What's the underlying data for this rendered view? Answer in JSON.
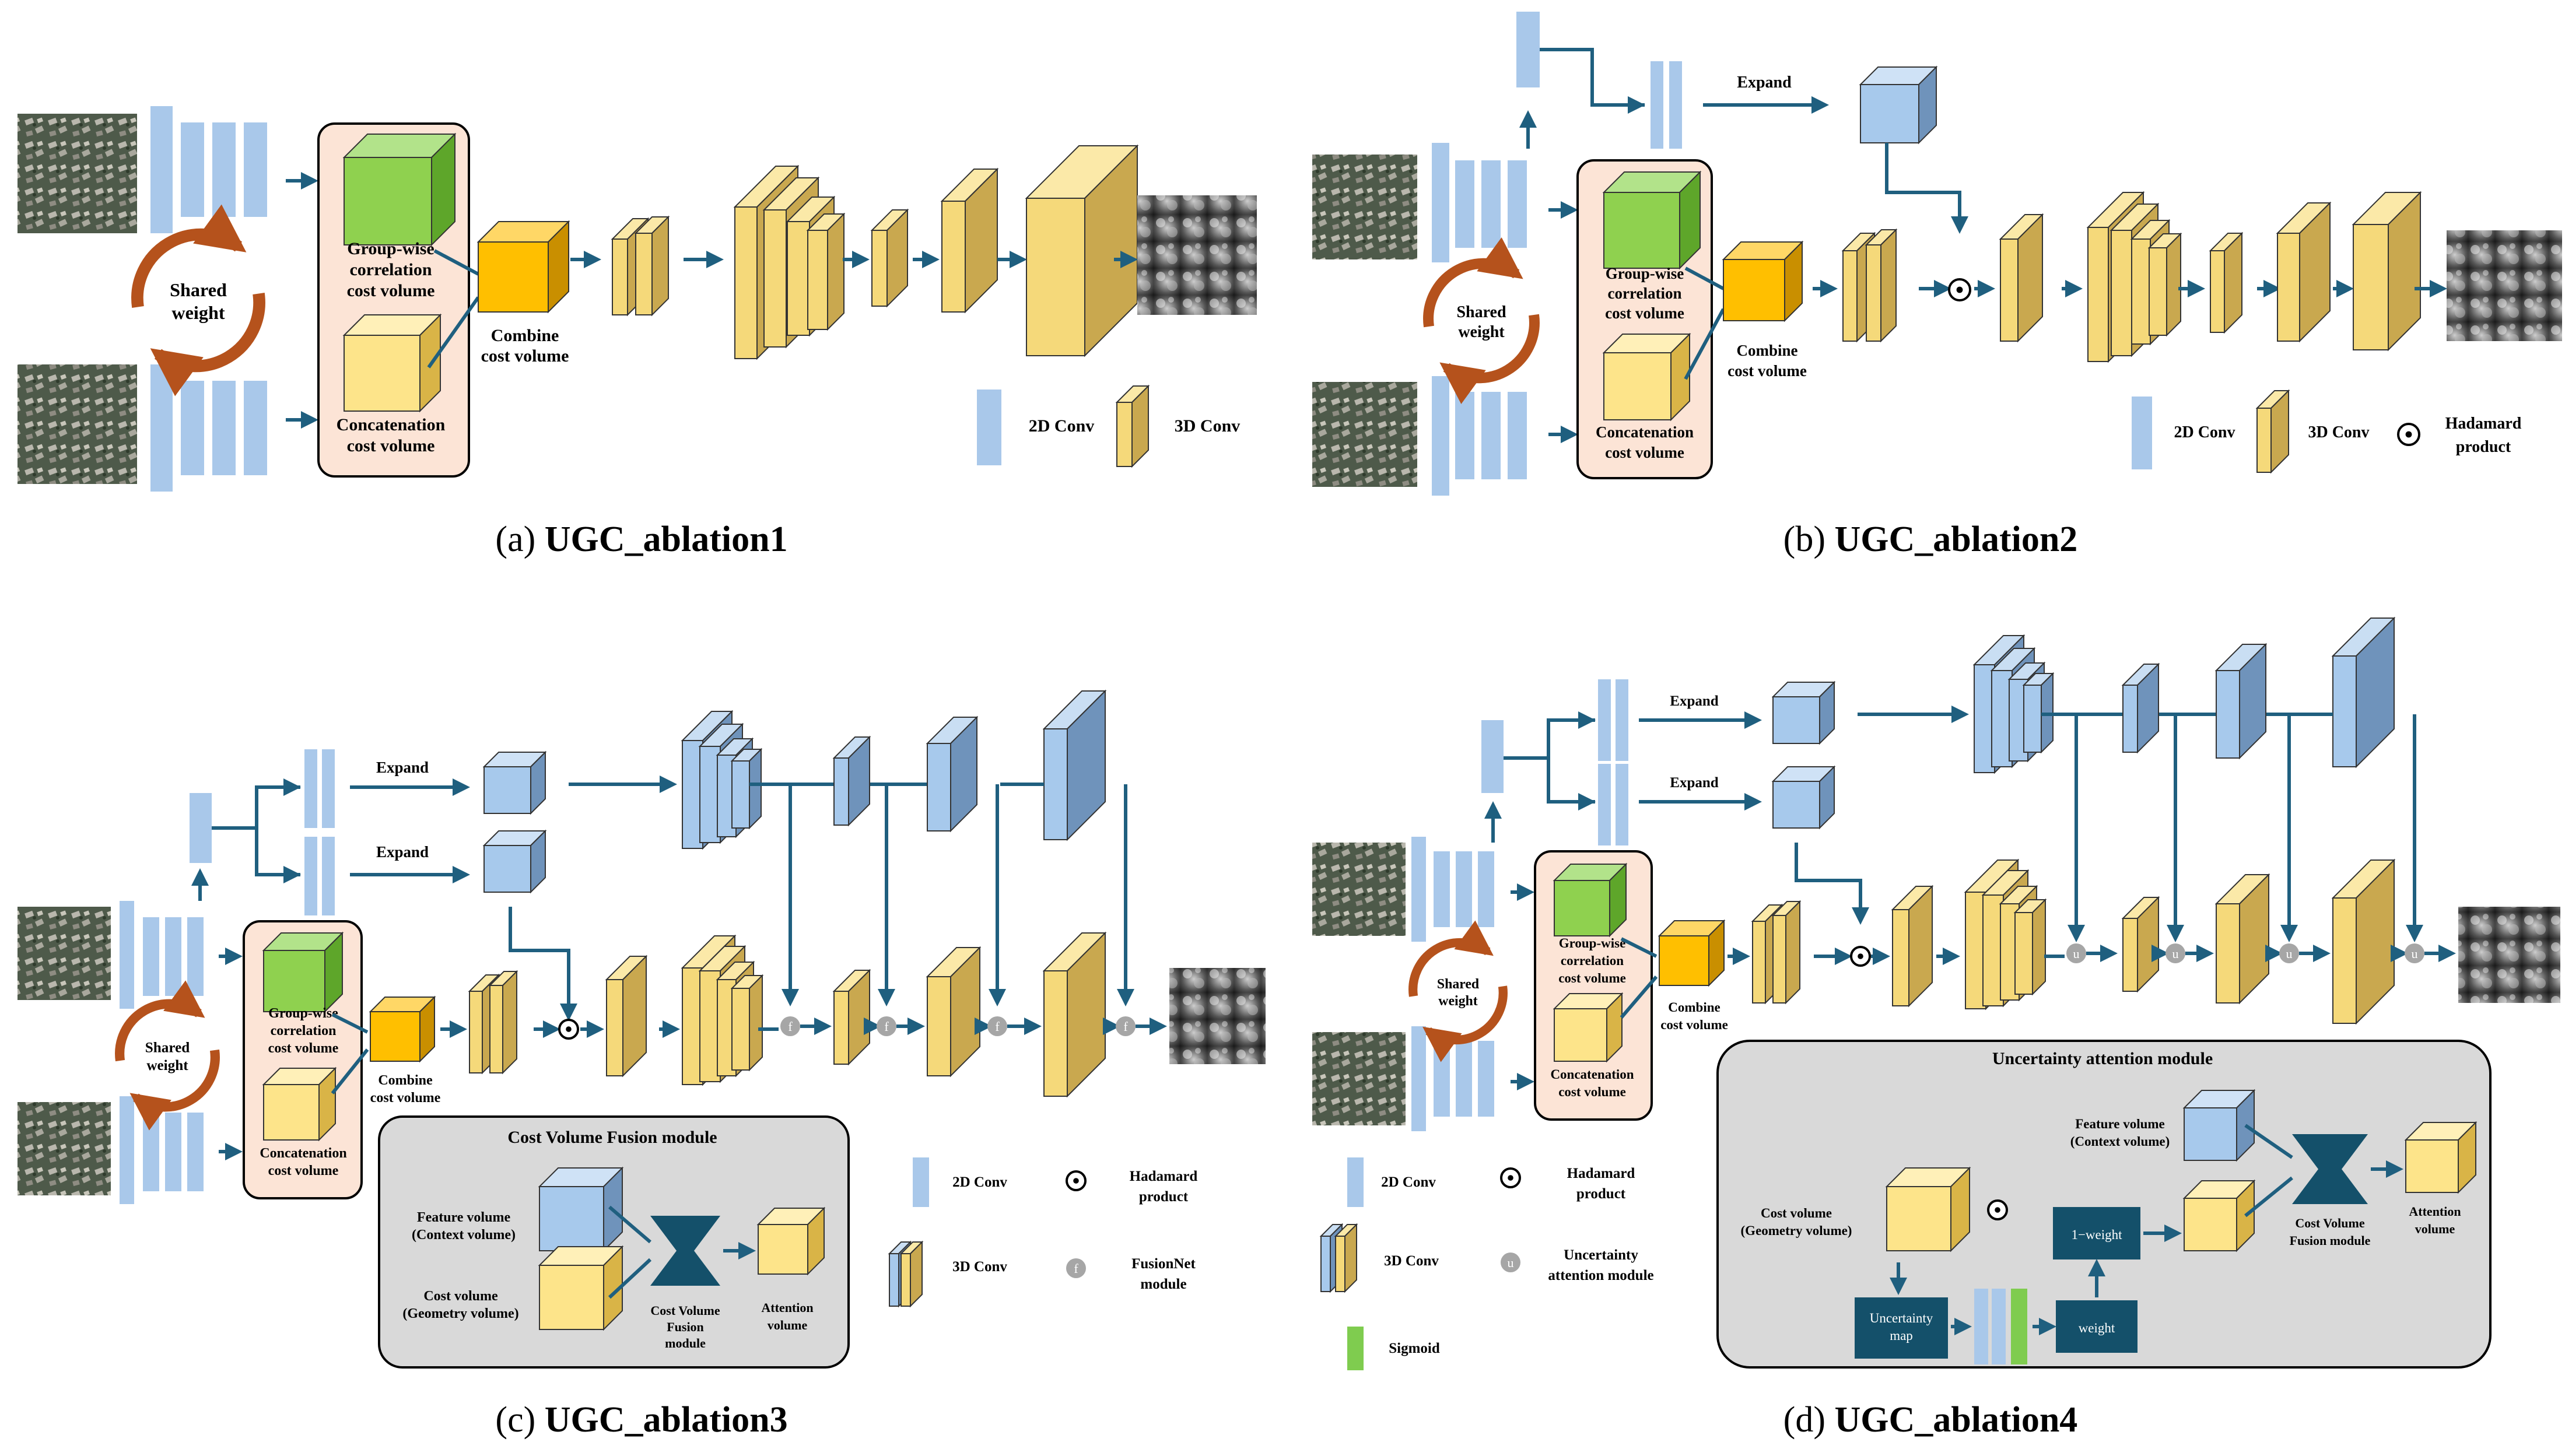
{
  "panels": {
    "a": {
      "caption_prefix": "(a)",
      "caption_name": "UGC_ablation1"
    },
    "b": {
      "caption_prefix": "(b)",
      "caption_name": "UGC_ablation2"
    },
    "c": {
      "caption_prefix": "(c)",
      "caption_name": "UGC_ablation3"
    },
    "d": {
      "caption_prefix": "(d)",
      "caption_name": "UGC_ablation4"
    }
  },
  "labels": {
    "shared": "Shared",
    "weight": "weight",
    "group_wise_1": "Group-wise",
    "group_wise_2": "correlation",
    "group_wise_3": "cost volume",
    "concat_1": "Concatenation",
    "concat_2": "cost volume",
    "combine_1": "Combine",
    "combine_2": "cost volume",
    "expand": "Expand",
    "conv2d": "2D Conv",
    "conv3d": "3D Conv",
    "hadamard_1": "Hadamard",
    "hadamard_2": "product",
    "fusionnet_1": "FusionNet",
    "fusionnet_2": "module",
    "uncertainty_legend_1": "Uncertainty",
    "uncertainty_legend_2": "attention module",
    "sigmoid": "Sigmoid",
    "cvf_module_title": "Cost Volume Fusion module",
    "feature_volume_1": "Feature volume",
    "feature_volume_2": "(Context volume)",
    "cost_volume_1": "Cost volume",
    "cost_volume_2": "(Geometry volume)",
    "cvf_1": "Cost Volume",
    "cvf_2": "Fusion",
    "cvf_3": "module",
    "cvf_short_2": "Fusion module",
    "attention_1": "Attention",
    "attention_2": "volume",
    "uam_title": "Uncertainty attention module",
    "uncertainty_map_1": "Uncertainty",
    "uncertainty_map_2": "map",
    "one_minus_weight": "1−weight",
    "weight_box": "weight",
    "hadamard_symbol": "⊙",
    "fusion_symbol": "f",
    "uam_symbol": "u"
  },
  "colors": {
    "blue_2d": "#a9c8ea",
    "yellow": "#f5d97a",
    "yellow_side": "#c9a84f",
    "green": "#8fd14f",
    "orange": "#ffbf00",
    "cube_blue": "#a7c9ec",
    "cost_panel": "#fce4d6",
    "module_panel": "#d9d9d9",
    "arrow": "#1f5f7f",
    "dark_box": "#14506a",
    "brown_arrow": "#b5521c",
    "sigmoid": "#7fcc4f",
    "gray_node": "#a6a6a6"
  }
}
